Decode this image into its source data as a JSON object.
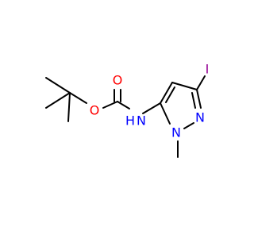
{
  "molecule": {
    "atoms": {
      "o_carbonyl": {
        "symbol": "O",
        "color": "#ff0000"
      },
      "o_ester": {
        "symbol": "O",
        "color": "#ff0000"
      },
      "nh": {
        "symbol": "H",
        "color": "#0000ff"
      },
      "nh_n": {
        "symbol": "N",
        "color": "#0000ff"
      },
      "n1": {
        "symbol": "N",
        "color": "#0000ff"
      },
      "n2": {
        "symbol": "N",
        "color": "#0000ff"
      },
      "iodine": {
        "symbol": "I",
        "color": "#940094"
      }
    },
    "bond_color": "#000000"
  }
}
